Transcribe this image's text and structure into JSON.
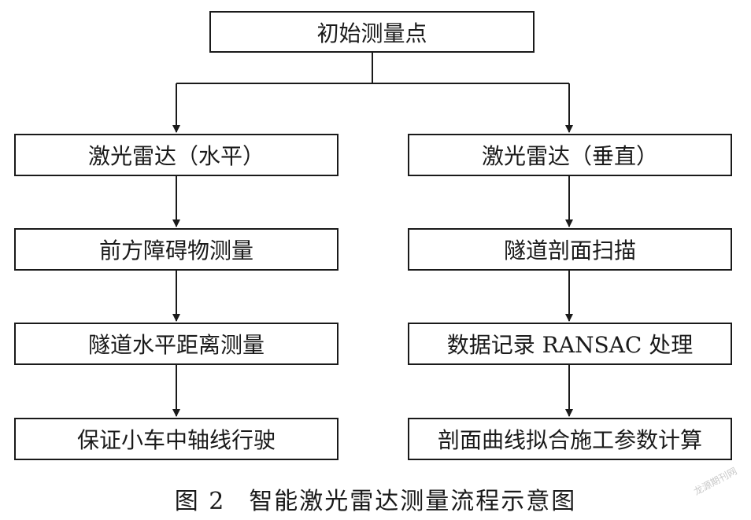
{
  "nodes": {
    "start": "初始测量点",
    "left": [
      "激光雷达（水平）",
      "前方障碍物测量",
      "隧道水平距离测量",
      "保证小车中轴线行驶"
    ],
    "right": [
      "激光雷达（垂直）",
      "隧道剖面扫描",
      "数据记录 RANSAC 处理",
      "剖面曲线拟合施工参数计算"
    ]
  },
  "caption": {
    "number": "图 2",
    "title": "智能激光雷达测量流程示意图"
  },
  "watermark": "龙源期刊网"
}
